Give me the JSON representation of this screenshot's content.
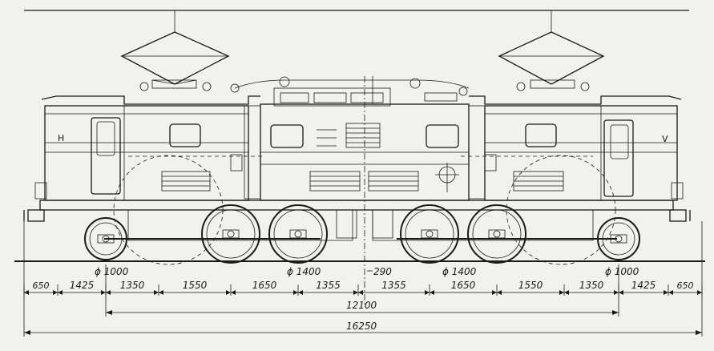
{
  "drawing": {
    "cab_labels": {
      "left": "H",
      "right": "V"
    },
    "wheel_diameters": [
      {
        "label": "ϕ 1000"
      },
      {
        "label": "ϕ 1400"
      },
      {
        "label": "290"
      },
      {
        "label": "ϕ 1400"
      },
      {
        "label": "ϕ 1000"
      }
    ],
    "dimensions_row1": [
      "650",
      "1425",
      "1350",
      "1550",
      "1650",
      "1355",
      "1355",
      "1650",
      "1550",
      "1350",
      "1425",
      "650"
    ],
    "wheelbase_total": "12100",
    "overall_length": "16250"
  },
  "colors": {
    "ink": "#1a1a1a",
    "paper": "#f3f1ee"
  }
}
